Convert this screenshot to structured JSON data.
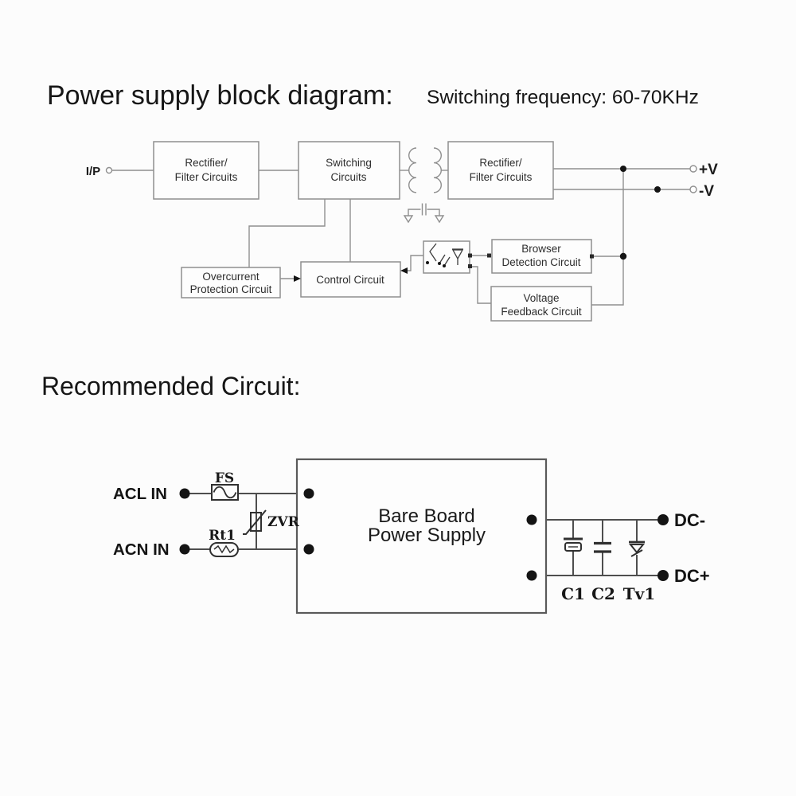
{
  "titles": {
    "block_diagram": "Power supply block diagram:",
    "switching_frequency": "Switching frequency: 60-70KHz",
    "recommended_circuit": "Recommended Circuit:"
  },
  "block_diagram": {
    "input_label": "I/P",
    "rectifier1": {
      "line1": "Rectifier/",
      "line2": "Filter Circuits"
    },
    "switching": {
      "line1": "Switching",
      "line2": "Circuits"
    },
    "rectifier2": {
      "line1": "Rectifier/",
      "line2": "Filter Circuits"
    },
    "overcurrent": {
      "line1": "Overcurrent",
      "line2": "Protection Circuit"
    },
    "control": {
      "label": "Control Circuit"
    },
    "browser": {
      "line1": "Browser",
      "line2": "Detection Circuit"
    },
    "feedback": {
      "line1": "Voltage",
      "line2": "Feedback Circuit"
    },
    "output_pos": "+V",
    "output_neg": "-V"
  },
  "circuit": {
    "input_line": "ACL IN",
    "input_neutral": "ACN IN",
    "fuse": "FS",
    "thermistor": "Rt1",
    "varistor": "ZVR",
    "box": {
      "line1": "Bare Board",
      "line2": "Power Supply"
    },
    "cap1": "C1",
    "cap2": "C2",
    "tvs": "Tv1",
    "output_neg": "DC-",
    "output_pos": "DC+"
  },
  "colors": {
    "background": "#fcfcfc",
    "diagram_stroke": "#8f8f8f",
    "diagram_text": "#2d2d2d",
    "circuit_stroke": "#4e4e4e",
    "ink": "#141414"
  }
}
